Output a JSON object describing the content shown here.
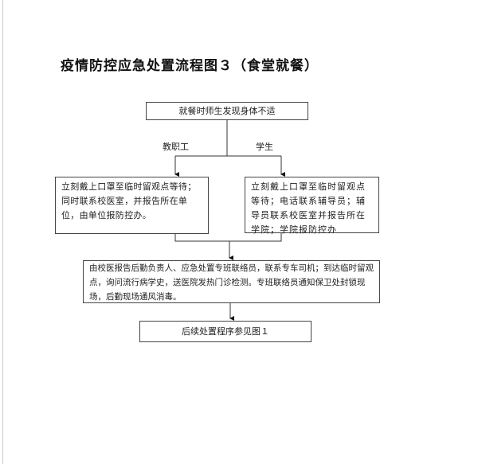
{
  "title": "疫情防控应急处置流程图３（食堂就餐）",
  "flow": {
    "start": "就餐时师生发现身体不适",
    "branch_staff_label": "教职工",
    "branch_student_label": "学生",
    "staff_step": "立刻戴上口罩至临时留观点等待；同时联系校医室，并报告所在单位，由单位报防控办。",
    "student_step": "立刻戴上口罩至临时留观点等待；电话联系辅导员；辅导员联系校医室并报告所在学院；学院报防控办",
    "merge_step": "由校医报告后勤负责人、应急处置专班联络员，联系专车司机；到达临时留观点，询问流行病学史，送医院发热门诊检测。专班联络员通知保卫处封锁现场，后勤现场通风消毒。",
    "end": "后续处置程序参见图１"
  }
}
